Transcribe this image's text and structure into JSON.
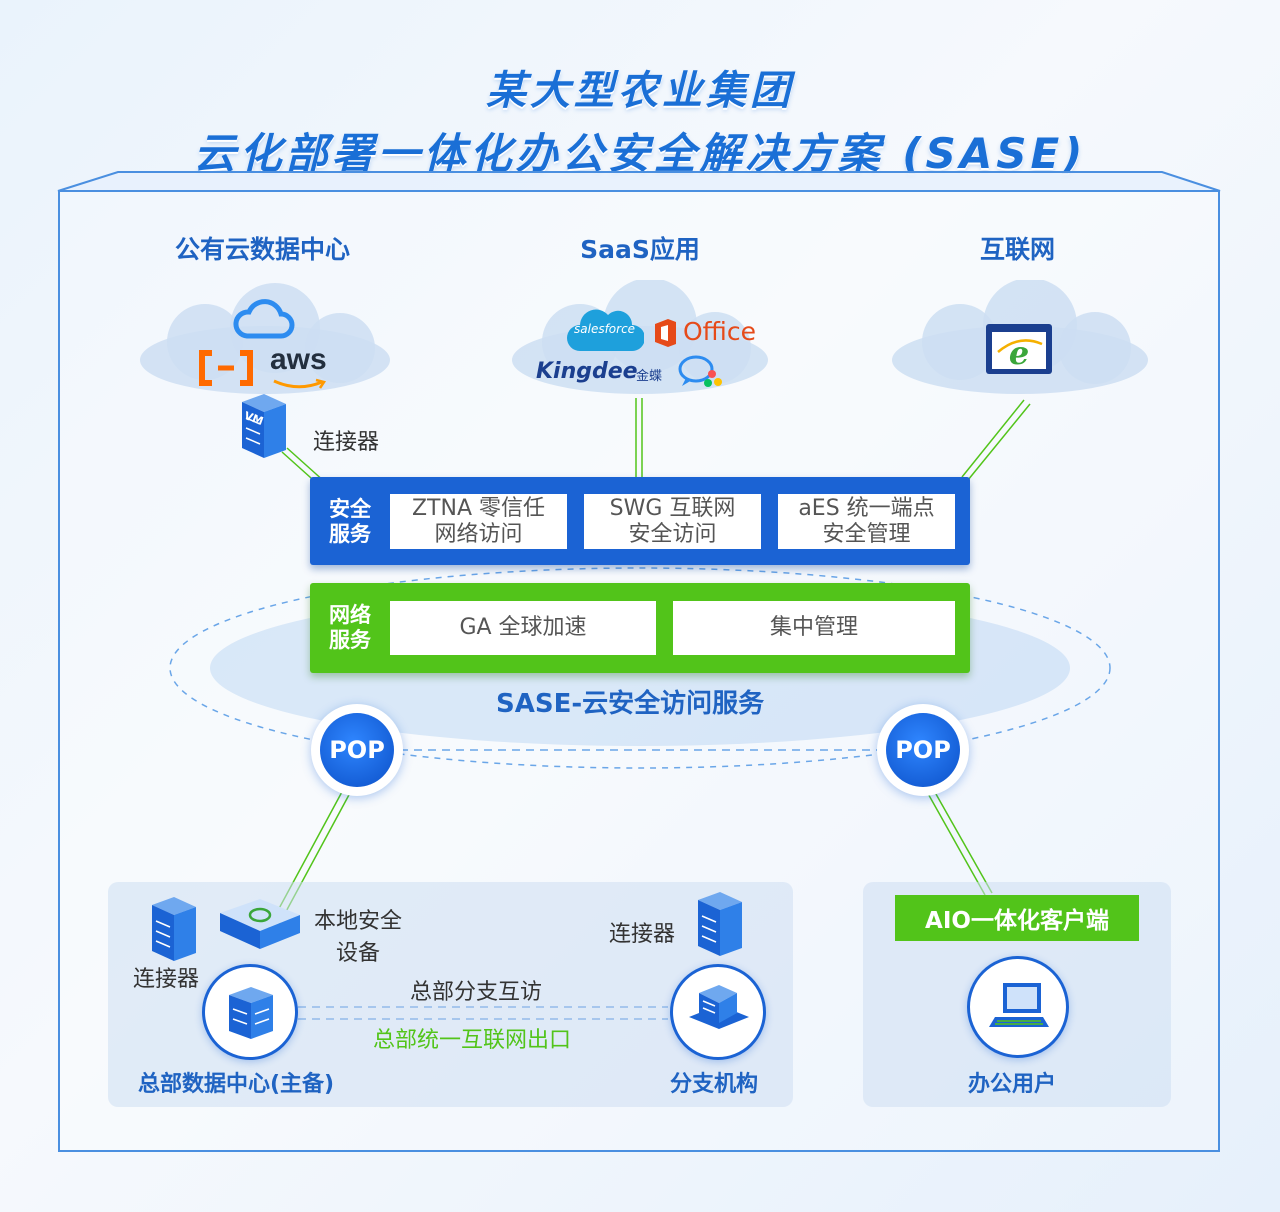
{
  "title": {
    "line1": "某大型农业集团",
    "line2": "云化部署一体化办公安全解决方案 (SASE)"
  },
  "top_sections": {
    "public_cloud": "公有云数据中心",
    "saas": "SaaS应用",
    "internet": "互联网"
  },
  "cloud_logos": {
    "aws": "aws",
    "salesforce": "salesforce",
    "office": "Office",
    "kingdee": "Kingdee",
    "kingdee_cn": "金蝶"
  },
  "connector_label": "连接器",
  "vm_badge": "VM",
  "security_services": {
    "label": "安全\n服务",
    "items": [
      "ZTNA 零信任\n网络访问",
      "SWG 互联网\n安全访问",
      "aES 统一端点\n安全管理"
    ]
  },
  "network_services": {
    "label": "网络\n服务",
    "items": [
      "GA 全球加速",
      "集中管理"
    ]
  },
  "sase_label": "SASE-云安全访问服务",
  "pop_label": "POP",
  "hq": {
    "connector": "连接器",
    "local_device": "本地安全\n设备",
    "link_top": "总部分支互访",
    "link_bottom": "总部统一互联网出口",
    "name": "总部数据中心(主备)"
  },
  "branch": {
    "connector": "连接器",
    "name": "分支机构"
  },
  "office_user": {
    "badge": "AIO一体化客户端",
    "name": "办公用户"
  },
  "colors": {
    "primary_blue": "#1b63d4",
    "green": "#52c41a",
    "title_blue": "#1a6fd6",
    "office_red": "#e64a19"
  }
}
